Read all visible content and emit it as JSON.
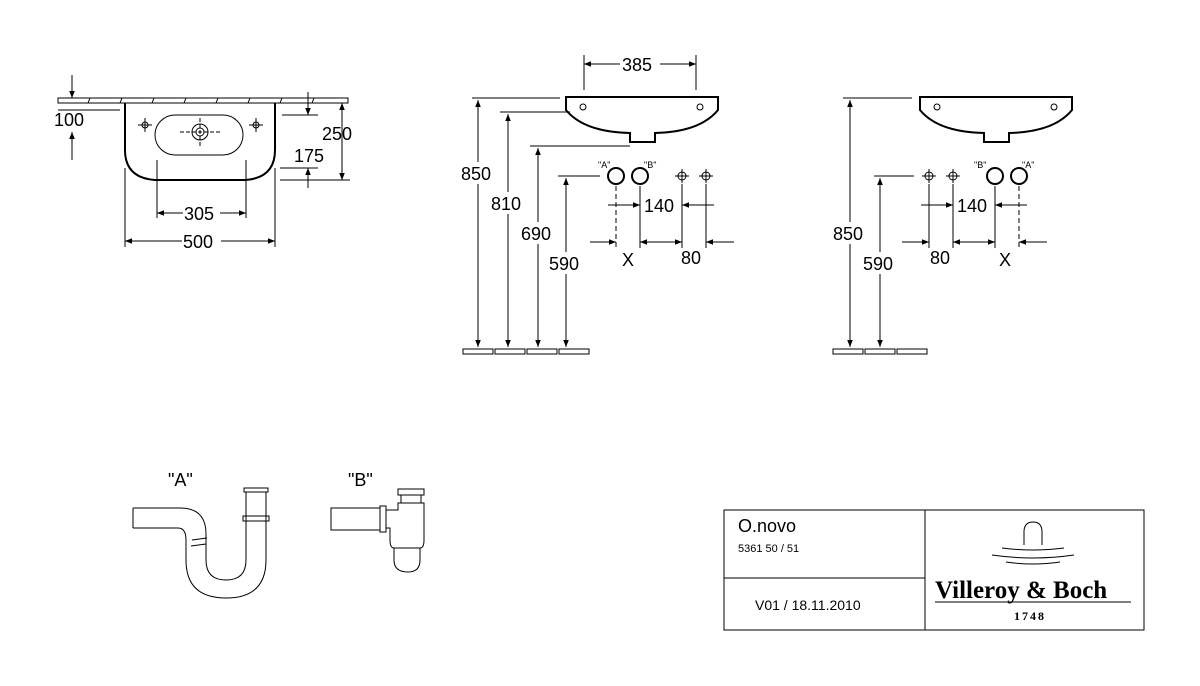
{
  "top_view": {
    "dims": {
      "d100": "100",
      "d250": "250",
      "d175": "175",
      "d305": "305",
      "d500": "500"
    }
  },
  "side_view_left": {
    "dims": {
      "d385": "385",
      "d850": "850",
      "d810": "810",
      "d690": "690",
      "d590": "590",
      "d140": "140",
      "d80": "80",
      "x": "X"
    },
    "trap_labels": {
      "a": "\"A\"",
      "b": "\"B\""
    }
  },
  "side_view_right": {
    "dims": {
      "d850": "850",
      "d590": "590",
      "d140": "140",
      "d80": "80",
      "x": "X"
    },
    "trap_labels": {
      "a": "\"A\"",
      "b": "\"B\""
    }
  },
  "traps": {
    "a_label": "\"A\"",
    "b_label": "\"B\""
  },
  "title_block": {
    "product_name": "O.novo",
    "product_code": "5361 50 / 51",
    "version": "V01 / 18.11.2010",
    "brand": "Villeroy & Boch",
    "year": "1748"
  }
}
